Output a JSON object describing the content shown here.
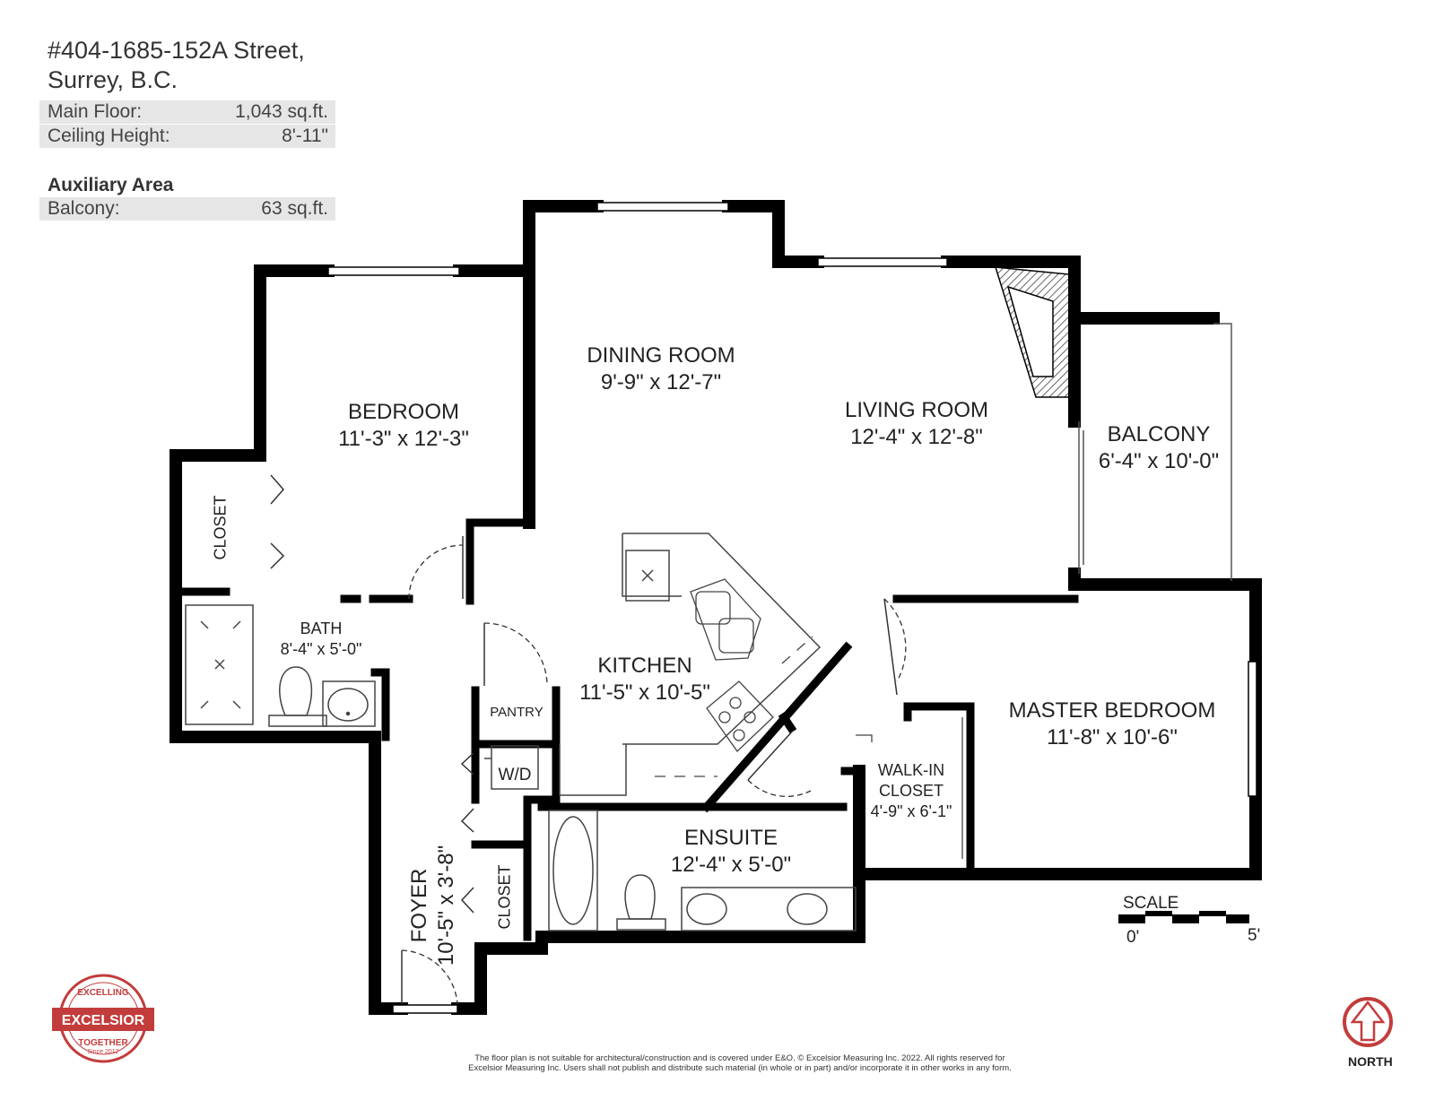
{
  "header": {
    "address_line1": "#404-1685-152A Street,",
    "address_line2": "Surrey, B.C.",
    "stats": [
      {
        "label": "Main Floor:",
        "value": "1,043 sq.ft."
      },
      {
        "label": "Ceiling Height:",
        "value": "8'-11\""
      }
    ],
    "aux_title": "Auxiliary Area",
    "aux_stats": [
      {
        "label": "Balcony:",
        "value": "63 sq.ft."
      }
    ]
  },
  "rooms": {
    "dining": {
      "name": "DINING ROOM",
      "dims": "9'-9\"  x  12'-7\""
    },
    "bedroom": {
      "name": "BEDROOM",
      "dims": "11'-3\"  x  12'-3\""
    },
    "living": {
      "name": "LIVING ROOM",
      "dims": "12'-4\"  x  12'-8\""
    },
    "balcony": {
      "name": "BALCONY",
      "dims": "6'-4\"  x  10'-0\""
    },
    "kitchen": {
      "name": "KITCHEN",
      "dims": "11'-5\"  x  10'-5\""
    },
    "master": {
      "name": "MASTER BEDROOM",
      "dims": "11'-8\"  x  10'-6\""
    },
    "bath": {
      "name": "BATH",
      "dims": "8'-4\"  x  5'-0\""
    },
    "walkin": {
      "name1": "WALK-IN",
      "name2": "CLOSET",
      "dims": "4'-9\"  x  6'-1\""
    },
    "ensuite": {
      "name": "ENSUITE",
      "dims": "12'-4\"  x  5'-0\""
    },
    "foyer": {
      "name": "FOYER",
      "dims": "10'-5\"  x  3'-8\""
    },
    "closet1": {
      "name": "CLOSET"
    },
    "closet2": {
      "name": "CLOSET"
    },
    "pantry": {
      "name": "PANTRY"
    },
    "wd": {
      "name": "W/D"
    }
  },
  "scale": {
    "title": "SCALE",
    "min": "0'",
    "max": "5'"
  },
  "north": {
    "label": "NORTH"
  },
  "logo": {
    "top": "EXCELLING",
    "main": "EXCELSIOR",
    "bottom": "TOGETHER",
    "since": "Since 2012"
  },
  "disclaimer": {
    "line1": "The floor plan is not suitable for architectural/construction and is covered under E&O. © Excelsior Measuring Inc. 2022. All rights reserved for",
    "line2": "Excelsior Measuring Inc. Users shall not publish and distribute such material (in whole or in part) and/or incorporate it in other works in any form."
  }
}
